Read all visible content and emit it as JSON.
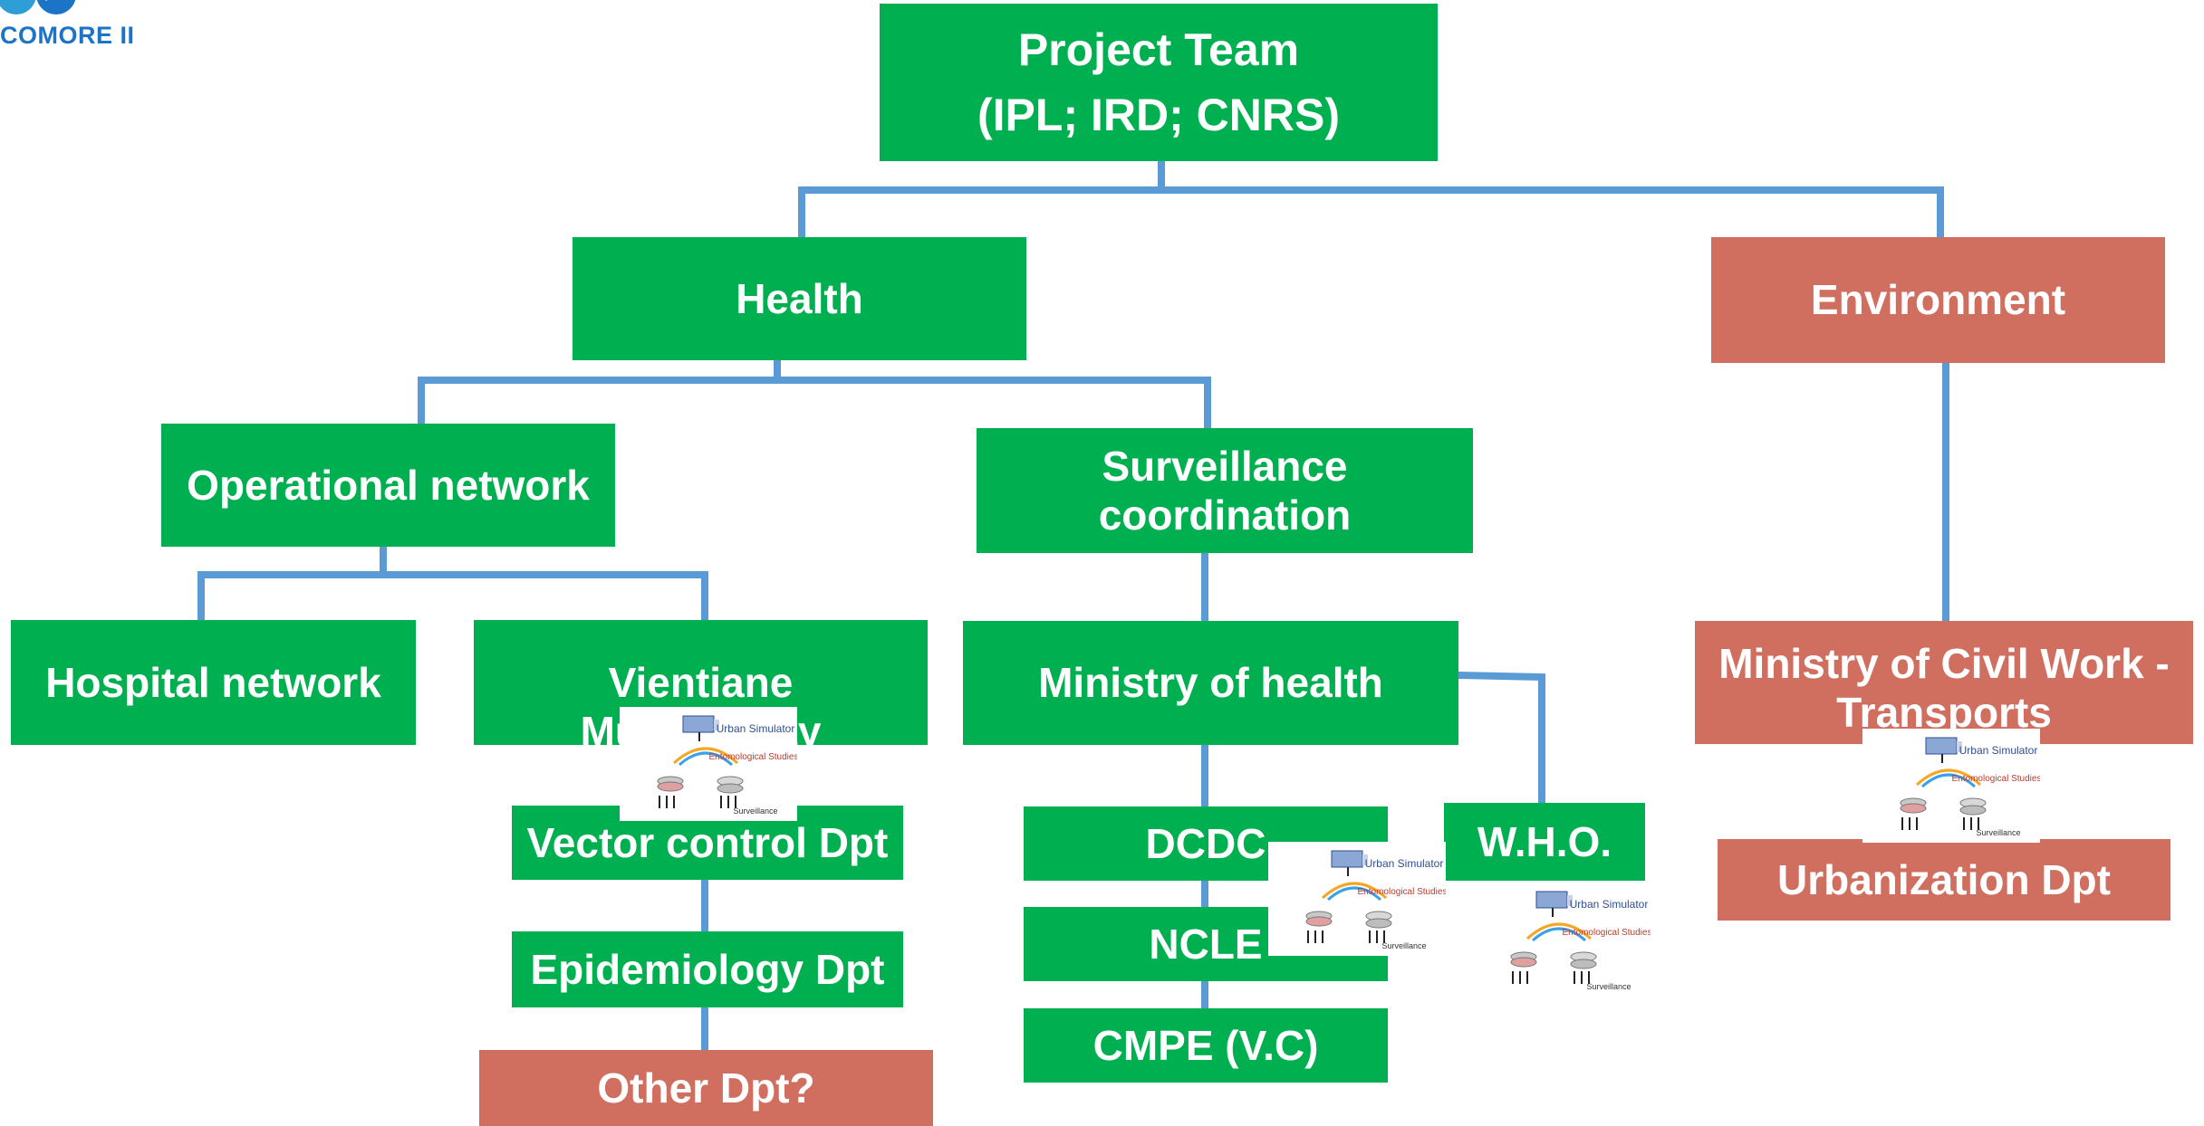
{
  "logo": {
    "text": "COMORE II",
    "color": "#1b74c5"
  },
  "colors": {
    "primary": "#00b050",
    "secondary": "#d06e5f",
    "connector": "#5b9bd5"
  },
  "thumbnail": {
    "labels": [
      "Urban Simulator",
      "Entomological Studies",
      "Surveillance"
    ]
  },
  "nodes": {
    "project_team": {
      "label": "Project Team\n(IPL; IRD; CNRS)"
    },
    "health": {
      "label": "Health"
    },
    "environment": {
      "label": "Environment"
    },
    "operational_network": {
      "label": "Operational network"
    },
    "surveillance_coordination": {
      "label": "Surveillance coordination"
    },
    "hospital_network": {
      "label": "Hospital network"
    },
    "vientiane_municipality": {
      "label": "Vientiane Municipality"
    },
    "ministry_of_health": {
      "label": "Ministry of health"
    },
    "ministry_civil_work": {
      "label": "Ministry of Civil Work -\nTransports"
    },
    "vector_control": {
      "label": "Vector control Dpt"
    },
    "epidemiology": {
      "label": "Epidemiology Dpt"
    },
    "other_dpt": {
      "label": "Other Dpt?"
    },
    "dcdc": {
      "label": "DCDC"
    },
    "ncle": {
      "label": "NCLE"
    },
    "cmpe": {
      "label": "CMPE (V.C)"
    },
    "who": {
      "label": "W.H.O."
    },
    "urbanization": {
      "label": "Urbanization Dpt"
    }
  }
}
